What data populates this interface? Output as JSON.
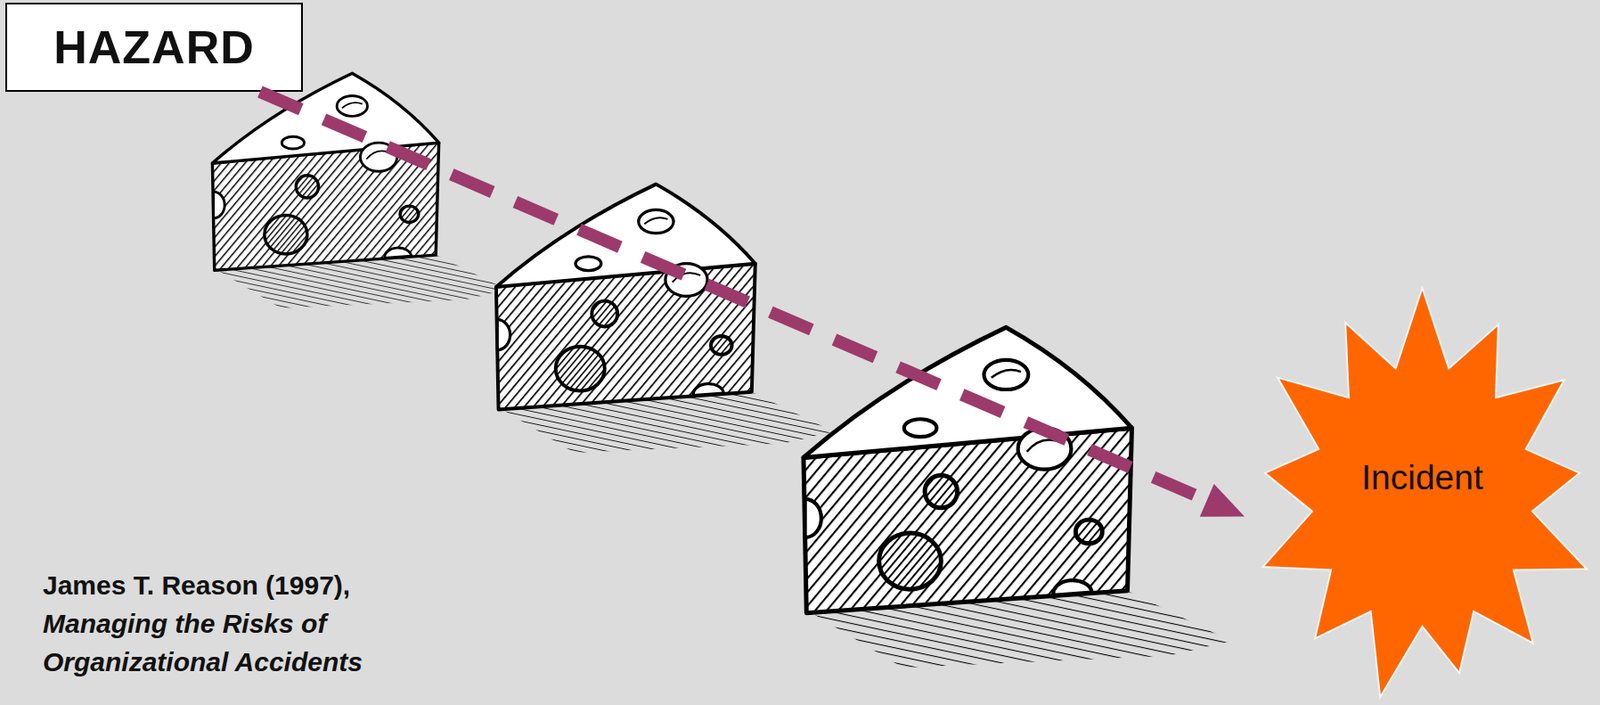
{
  "diagram": {
    "nodes": [
      {
        "text": [
          "HAZARD"
        ]
      },
      {
        "text": [
          "Incident"
        ]
      }
    ],
    "edges": [
      {
        "from": 0,
        "to": 1,
        "arrow": "to"
      }
    ],
    "labels": [
      "James T. Reason (1997),",
      "Managing the Risks of Organizational Accidents"
    ]
  }
}
